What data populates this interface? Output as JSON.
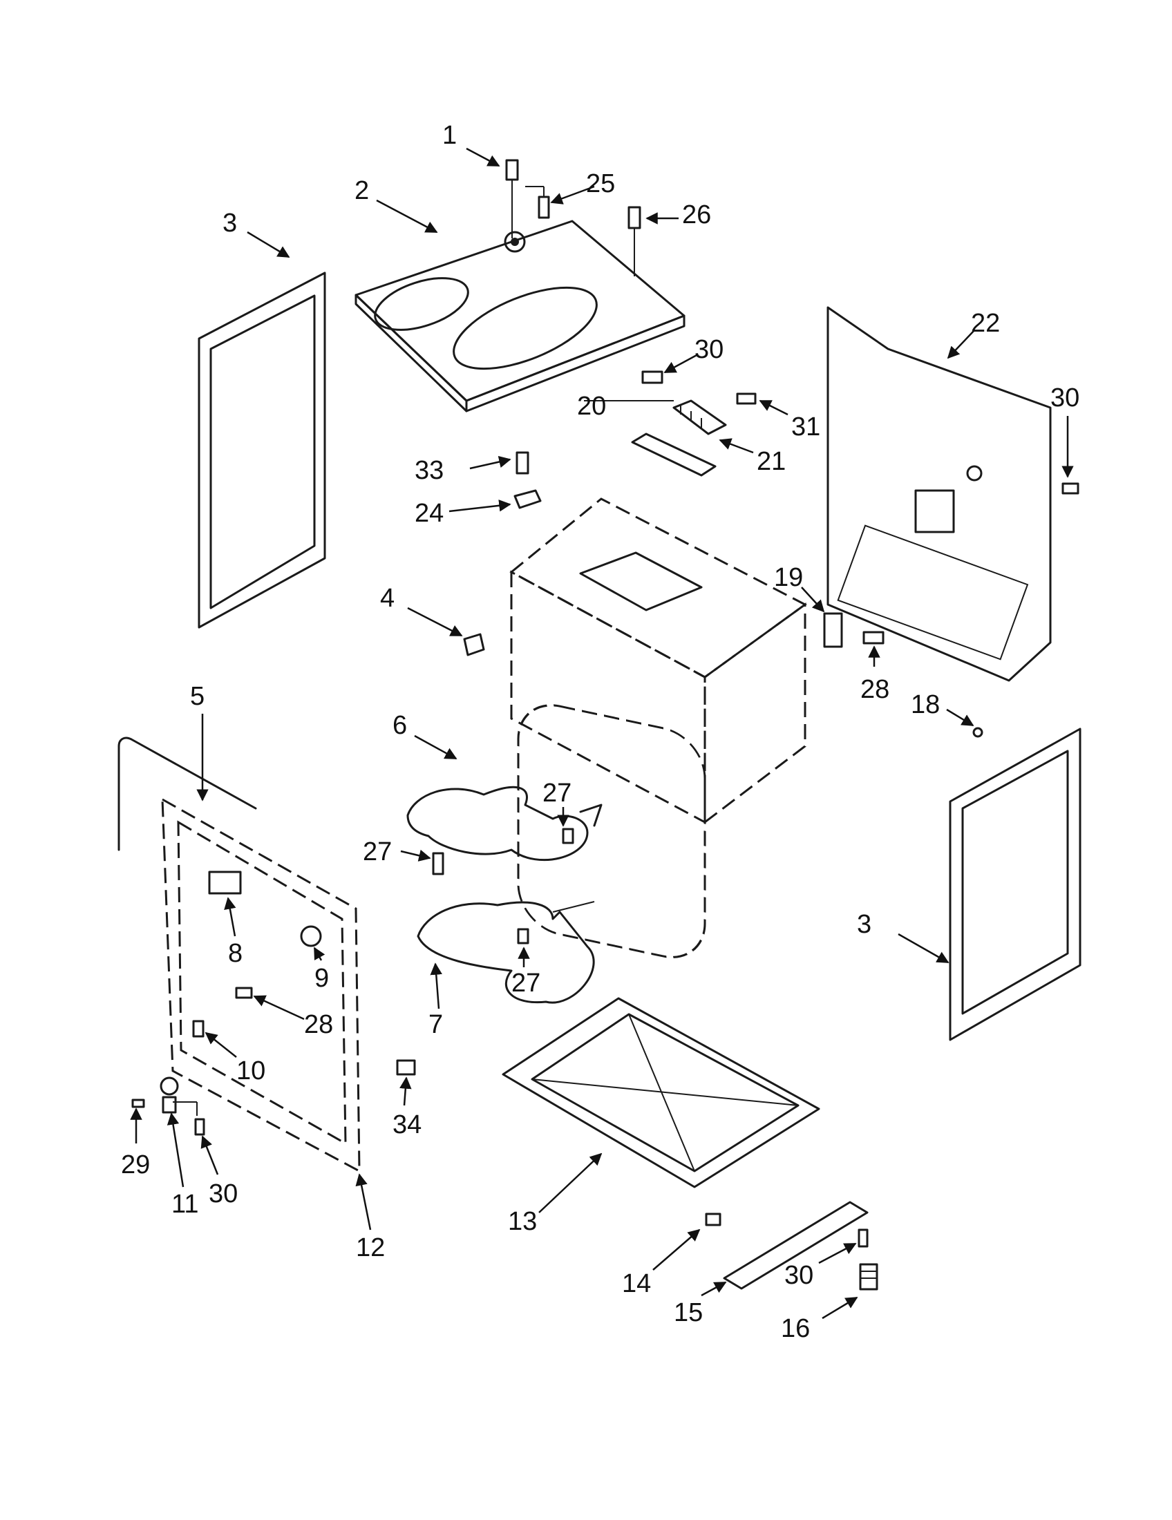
{
  "callouts": [
    {
      "id": "c1",
      "label": "1"
    },
    {
      "id": "c2",
      "label": "2"
    },
    {
      "id": "c3a",
      "label": "3"
    },
    {
      "id": "c3b",
      "label": "3"
    },
    {
      "id": "c4",
      "label": "4"
    },
    {
      "id": "c5",
      "label": "5"
    },
    {
      "id": "c6",
      "label": "6"
    },
    {
      "id": "c7",
      "label": "7"
    },
    {
      "id": "c8",
      "label": "8"
    },
    {
      "id": "c9",
      "label": "9"
    },
    {
      "id": "c10",
      "label": "10"
    },
    {
      "id": "c11",
      "label": "11"
    },
    {
      "id": "c12",
      "label": "12"
    },
    {
      "id": "c13",
      "label": "13"
    },
    {
      "id": "c14",
      "label": "14"
    },
    {
      "id": "c15",
      "label": "15"
    },
    {
      "id": "c16",
      "label": "16"
    },
    {
      "id": "c18",
      "label": "18"
    },
    {
      "id": "c19",
      "label": "19"
    },
    {
      "id": "c20",
      "label": "20"
    },
    {
      "id": "c21",
      "label": "21"
    },
    {
      "id": "c22",
      "label": "22"
    },
    {
      "id": "c24",
      "label": "24"
    },
    {
      "id": "c25",
      "label": "25"
    },
    {
      "id": "c26",
      "label": "26"
    },
    {
      "id": "c27a",
      "label": "27"
    },
    {
      "id": "c27b",
      "label": "27"
    },
    {
      "id": "c27c",
      "label": "27"
    },
    {
      "id": "c28a",
      "label": "28"
    },
    {
      "id": "c28b",
      "label": "28"
    },
    {
      "id": "c29",
      "label": "29"
    },
    {
      "id": "c30a",
      "label": "30"
    },
    {
      "id": "c30b",
      "label": "30"
    },
    {
      "id": "c30c",
      "label": "30"
    },
    {
      "id": "c30d",
      "label": "30"
    },
    {
      "id": "c31",
      "label": "31"
    },
    {
      "id": "c33",
      "label": "33"
    },
    {
      "id": "c34",
      "label": "34"
    }
  ]
}
